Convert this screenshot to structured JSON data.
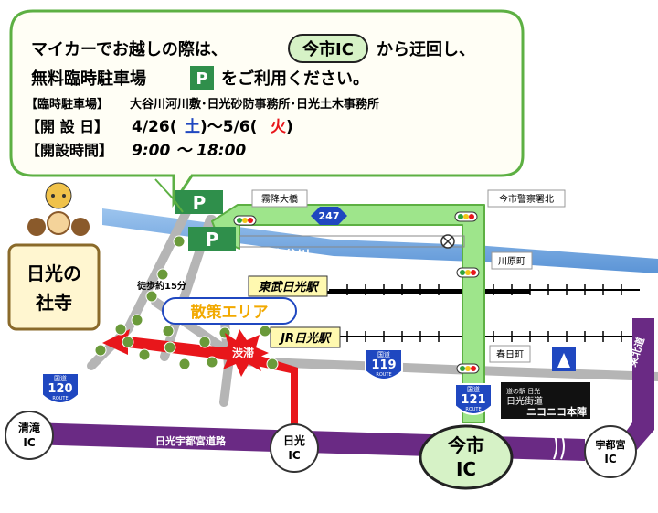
{
  "notice": {
    "line1_pre": "マイカーでお越しの際は、",
    "line1_ic": "今市IC",
    "line1_post": "から迂回し、",
    "line2_pre": "無料臨時駐車場",
    "parking_symbol": "P",
    "line2_post": "をご利用ください。",
    "lots_label": "【臨時駐車場】",
    "lots_value": "大谷川河川敷･日光砂防事務所･日光土木事務所",
    "dates_label": "【開 設 日】",
    "date_start": "4/26(",
    "date_start_day": "土",
    "date_mid": ")～5/6(",
    "date_end_day": "火",
    "date_close": ")",
    "hours_label": "【開設時間】",
    "hours_value": "9:00 ～ 18:00"
  },
  "map": {
    "shrine_label_1": "日光の",
    "shrine_label_2": "社寺",
    "parking_1": "P",
    "parking_2": "P",
    "river": "大谷川",
    "kirifuri_ohashi": "霧降大橋",
    "route_247": "247",
    "imaichi_police": "今市警察署北",
    "kawaramachi": "川原町",
    "kasugacho": "春日町",
    "walk_time": "徒歩約15分",
    "walk_area": "散策エリア",
    "tobu_station": "東武日光駅",
    "jr_station": "JR日光駅",
    "jam": "渋滞",
    "route_label": "国道",
    "route_route": "ROUTE",
    "route_119": "119",
    "route_120": "120",
    "route_121": "121",
    "roadside_station_small": "道の駅 日光",
    "roadside_station_main": "日光街道",
    "roadside_station_sub": "ニコニコ本陣",
    "toho_road": "東北道",
    "utsunomiya_road": "日光宇都宮道路",
    "ic_kiyotaki_1": "清滝",
    "ic_kiyotaki_2": "IC",
    "ic_nikko_1": "日光",
    "ic_nikko_2": "IC",
    "ic_imaichi_1": "今市",
    "ic_imaichi_2": "IC",
    "ic_utsunomiya_1": "宇都宮",
    "ic_utsunomiya_2": "IC"
  },
  "colors": {
    "bubble_border": "#5db043",
    "bubble_fill": "#fffef5",
    "green_route": "#9ee58b",
    "purple_road": "#6a2a84",
    "red_route": "#e8161b",
    "river": "#7fb1e6",
    "gray_road": "#b5b5b5",
    "blue_sign": "#1f47c0"
  }
}
